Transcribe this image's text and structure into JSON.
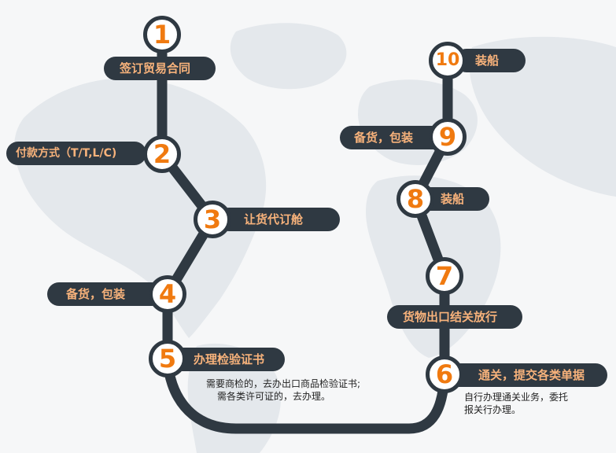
{
  "colors": {
    "track": "#2f3942",
    "number": "#f07a10",
    "label_text": "#f7b27b",
    "circle_fill": "#ffffff",
    "map": "#e4e8ec",
    "background": "#f6f7f8"
  },
  "steps": [
    {
      "number": "1",
      "label": "签订贸易合同"
    },
    {
      "number": "2",
      "label": "付款方式（T/T,L/C)"
    },
    {
      "number": "3",
      "label": "让货代订舱"
    },
    {
      "number": "4",
      "label": "备货，包装"
    },
    {
      "number": "5",
      "label": "办理检验证书"
    },
    {
      "number": "6",
      "label": "通关，提交各类单据"
    },
    {
      "number": "7",
      "label": "货物出口结关放行"
    },
    {
      "number": "8",
      "label": "装船"
    },
    {
      "number": "9",
      "label": "备货，包装"
    },
    {
      "number": "10",
      "label": "装船"
    }
  ],
  "notes": {
    "inspection": [
      "需要商检的，去办出口商品检验证书;",
      "需各类许可证的，去办理。"
    ],
    "customs": [
      "自行办理通关业务，委托",
      "报关行办理。"
    ]
  }
}
